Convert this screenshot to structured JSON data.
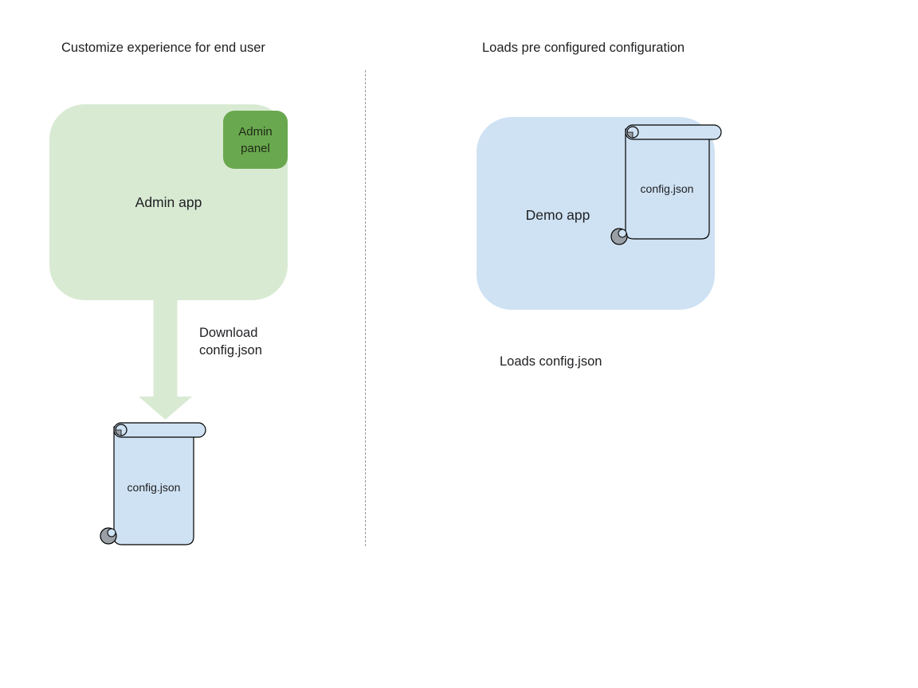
{
  "left_panel": {
    "title": "Customize experience for end user",
    "admin_app_label": "Admin app",
    "admin_panel_label": "Admin panel",
    "arrow_caption": "Download\nconfig.json",
    "scroll_label": "config.json"
  },
  "right_panel": {
    "title": "Loads pre configured configuration",
    "demo_app_label": "Demo app",
    "scroll_label": "config.json",
    "caption": "Loads config.json"
  },
  "colors": {
    "green_light": "#d9ead3",
    "green_dark": "#6aa84f",
    "blue_light": "#cfe2f3",
    "outline": "#000000",
    "curl_gray": "#9aa0a6",
    "divider": "#999999",
    "text": "#202124"
  }
}
